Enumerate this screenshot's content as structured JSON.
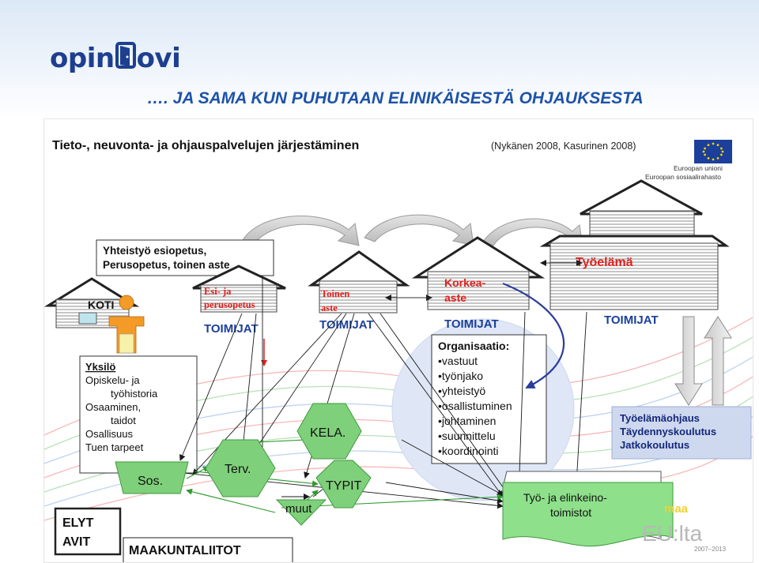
{
  "brand": {
    "logo_left": "opin",
    "logo_right": "ovi"
  },
  "page_title": "…. JA SAMA KUN PUHUTAAN ELINIKÄISESTÄ OHJAUKSESTA",
  "figure": {
    "title": "Tieto-, neuvonta- ja ohjauspalvelujen järjestäminen",
    "citation": "(Nykänen 2008, Kasurinen 2008)",
    "eu": {
      "line1": "Euroopan unioni",
      "line2": "Euroopan sosiaalirahasto"
    },
    "cooperation_box": {
      "line1": "Yhteistyö esiopetus,",
      "line2": "Perusopetus, toinen aste"
    },
    "houses": {
      "koti": "KOTI",
      "esi_line1": "Esi- ja",
      "esi_line2": "perusopetus",
      "toinen_line1": "Toinen",
      "toinen_line2": "aste",
      "korkea_line1": "Korkea-",
      "korkea_line2": "aste",
      "tyoelama": "Työelämä"
    },
    "toimijat_label": "TOIMIJAT",
    "individual_box": {
      "title": "Yksilö",
      "lines": [
        "Opiskelu- ja",
        "työhistoria",
        "Osaaminen,",
        "taidot",
        "Osallisuus",
        "Tuen tarpeet"
      ]
    },
    "organisation_box": {
      "title": "Organisaatio:",
      "items": [
        "•vastuut",
        "•työnjako",
        "•yhteistyö",
        "•osallistuminen",
        "•johtaminen",
        "•suunnittelu",
        "•koordinointi"
      ]
    },
    "working_life_box": {
      "lines": [
        "Työelämäohjaus",
        "Täydennyskoulutus",
        "Jatkokoulutus"
      ]
    },
    "services": {
      "kela": "KELA.",
      "terv": "Terv.",
      "sos": "Sos.",
      "typit": "TYPIT",
      "muut": "muut"
    },
    "te_office": {
      "line1": "Työ- ja elinkeino-",
      "line2": "toimistot"
    },
    "elyt_box": {
      "line1": "ELYT",
      "line2": "AVIT"
    },
    "maakunta": "MAAKUNTALIITOT",
    "watermark": {
      "line1": "maa",
      "line2": "EU:lta",
      "years": "2007–2013"
    }
  },
  "colors": {
    "title_blue": "#1d52a8",
    "house_red": "#e0211d",
    "eu_blue": "#1b3f9a",
    "eu_gold": "#f5d200",
    "service_green": "#7fd07a",
    "circle_fill": "#dfe7f7",
    "working_box_fill": "#ced8ee"
  }
}
